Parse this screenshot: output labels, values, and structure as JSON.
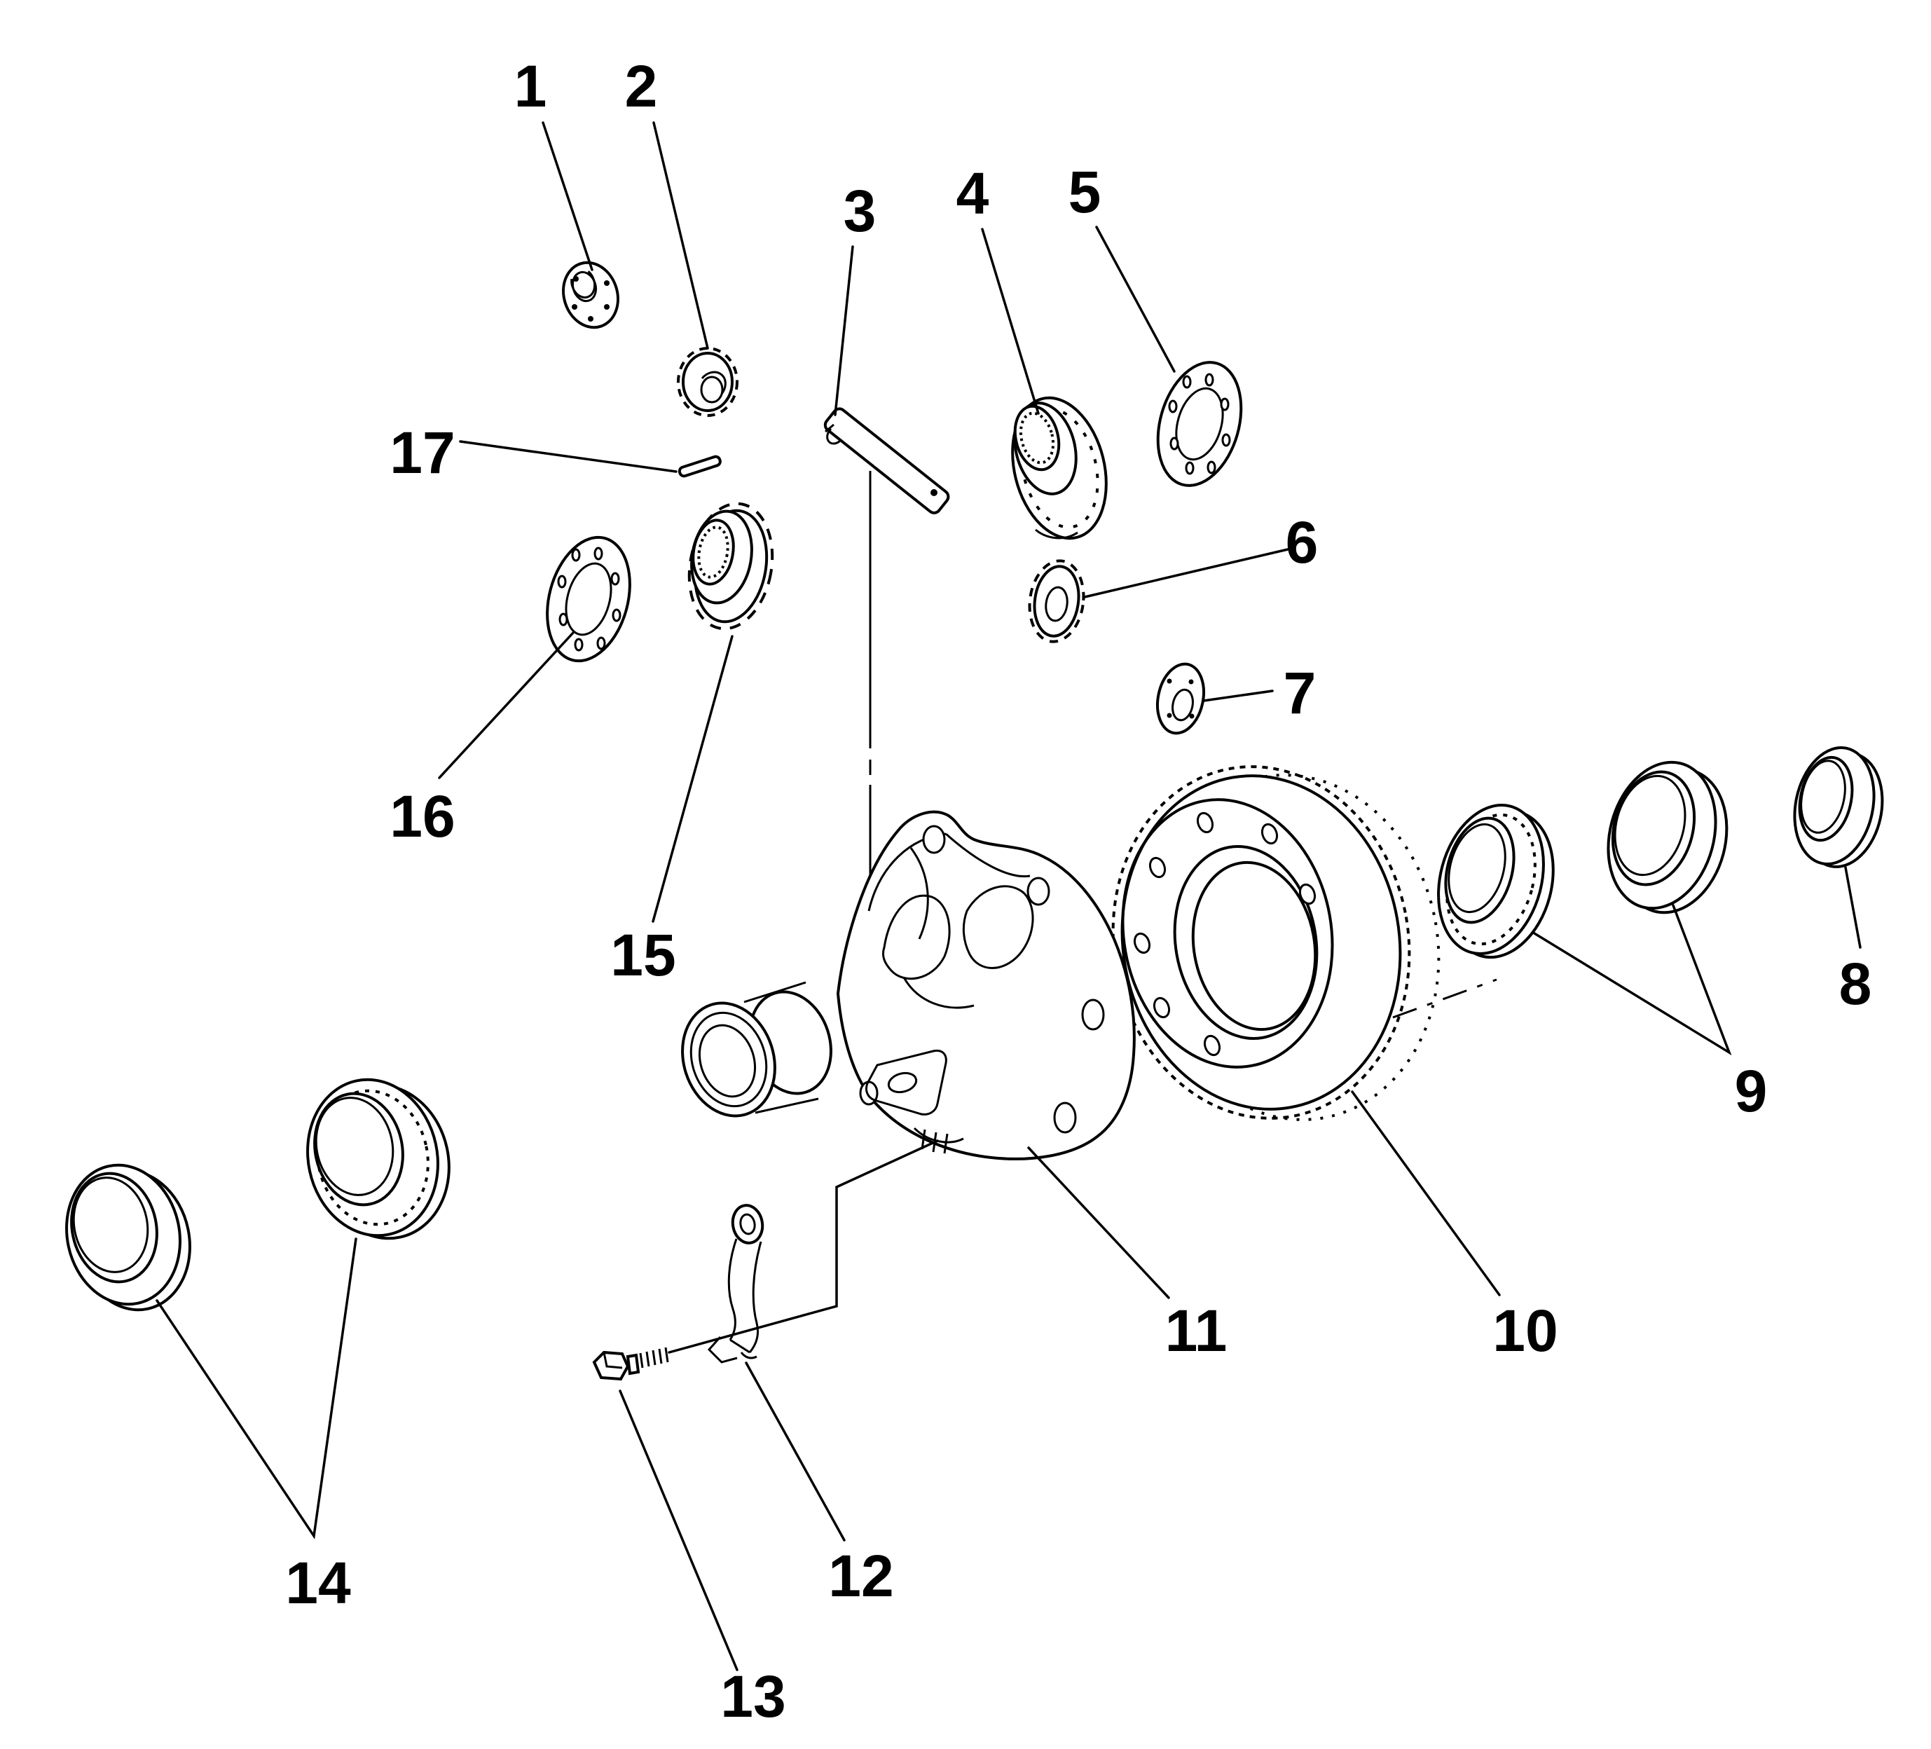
{
  "figure": {
    "kind": "exploded-parts-line-drawing",
    "background": "#ffffff",
    "line_color": "#000000",
    "callout_count": 17
  },
  "callouts": [
    {
      "label": "1"
    },
    {
      "label": "2"
    },
    {
      "label": "3"
    },
    {
      "label": "4"
    },
    {
      "label": "5"
    },
    {
      "label": "6"
    },
    {
      "label": "7"
    },
    {
      "label": "8"
    },
    {
      "label": "9"
    },
    {
      "label": "10"
    },
    {
      "label": "11"
    },
    {
      "label": "12"
    },
    {
      "label": "13"
    },
    {
      "label": "14"
    },
    {
      "label": "15"
    },
    {
      "label": "16"
    },
    {
      "label": "17"
    }
  ]
}
